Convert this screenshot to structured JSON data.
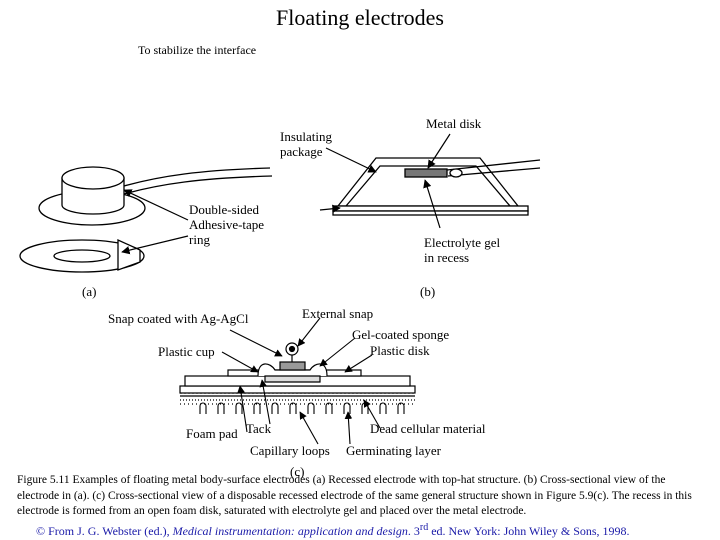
{
  "title": "Floating electrodes",
  "subtitle": "To stabilize the interface",
  "panel_a": {
    "label": "(a)",
    "double_sided": "Double-sided\nAdhesive-tape\nring"
  },
  "panel_b": {
    "label": "(b)",
    "insulating_package": "Insulating\npackage",
    "metal_disk": "Metal disk",
    "electrolyte_gel": "Electrolyte gel\nin recess"
  },
  "panel_c": {
    "label": "(c)",
    "snap_coated": "Snap coated with Ag-AgCl",
    "plastic_cup": "Plastic cup",
    "external_snap": "External snap",
    "gel_coated_sponge": "Gel-coated sponge",
    "plastic_disk": "Plastic disk",
    "foam_pad": "Foam pad",
    "tack": "Tack",
    "dead_cellular": "Dead cellular material",
    "capillary_loops": "Capillary loops",
    "germinating_layer": "Germinating layer"
  },
  "caption": "Figure 5.11 Examples of floating metal body-surface electrodes (a) Recessed electrode with top-hat structure. (b) Cross-sectional view of the electrode in (a). (c) Cross-sectional view of a disposable recessed electrode of the same general structure shown in Figure 5.9(c). The recess in this electrode is formed from an open foam disk, saturated with electrolyte gel and placed over the metal electrode.",
  "credit": {
    "prefix": "© From J. G. Webster (ed.), ",
    "book": "Medical instrumentation: application and design",
    "mid": ". 3",
    "sup": "rd",
    "suffix": " ed. New York: John Wiley & Sons, 1998."
  }
}
